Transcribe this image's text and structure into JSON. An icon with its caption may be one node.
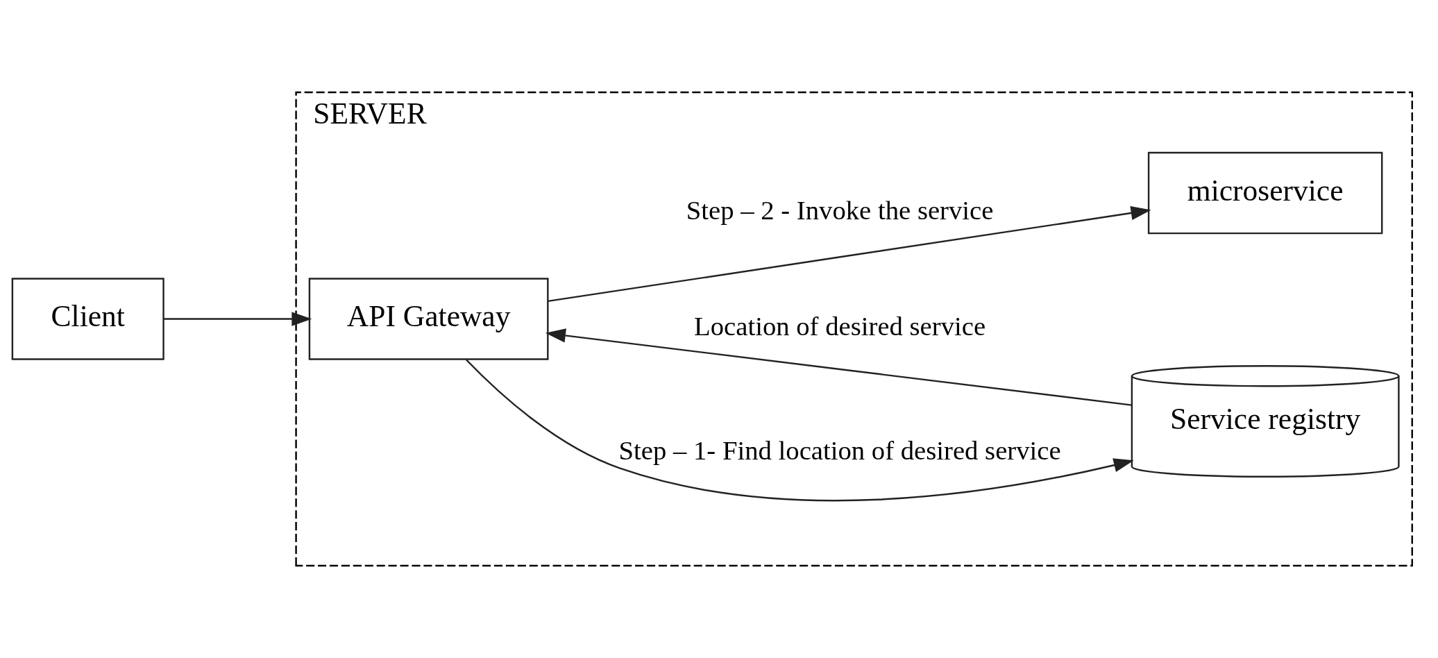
{
  "diagram": {
    "nodes": [
      {
        "text": [
          "SERVER"
        ]
      },
      {
        "text": [
          "Client"
        ]
      },
      {
        "text": [
          "API Gateway"
        ],
        "in": 0
      },
      {
        "text": [
          "Service registry"
        ],
        "in": 0
      },
      {
        "text": [
          "microservice"
        ],
        "in": 0
      }
    ],
    "edges": [
      {
        "from": 1,
        "to": 2,
        "arrow": "to"
      },
      {
        "from": 2,
        "to": 3,
        "arrow": "to",
        "label": "Step – 1- Find location of desired service"
      },
      {
        "from": 3,
        "to": 2,
        "arrow": "to",
        "label": "Location of desired service"
      },
      {
        "from": 2,
        "to": 4,
        "arrow": "to",
        "label": "Step – 2 - Invoke the service"
      }
    ]
  }
}
